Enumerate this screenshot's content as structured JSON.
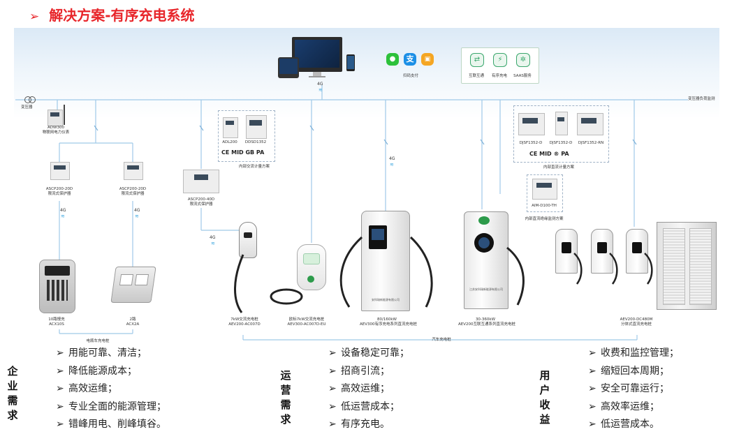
{
  "title": "解决方案-有序充电系统",
  "top": {
    "network_4g": "4G",
    "pay_label": "扫码支付",
    "services": [
      "互联互通",
      "有序充电",
      "SAAS服务"
    ]
  },
  "bus": {
    "left_label": "变压器",
    "right_label": "变压器负荷监测"
  },
  "devices": {
    "adw300": [
      "ADW300",
      "物联网电力仪表"
    ],
    "ascp1": [
      "ASCP200-20D",
      "限流式保护器"
    ],
    "ascp2": [
      "ASCP200-20D",
      "限流式保护器"
    ],
    "ascp3": [
      "ASCP200-40D",
      "限流式保护器"
    ],
    "ac_meter_models": [
      "ADL200",
      "DDSD1352"
    ],
    "ac_meter_caption": "内部交流计量方案",
    "dc_meter_models": [
      "DJSF1352-D",
      "DJSF1352-D",
      "DJSF1352-RN"
    ],
    "dc_meter_caption": "内部直流计量方案",
    "aim": "AIM-D100-TH",
    "aim_caption": "内部直流绝缘监测方案",
    "certs_ac": "CE MID GB PA",
    "certs_dc": "CE MID ® PA",
    "wifi_4g": "4G"
  },
  "chargers": {
    "c1": [
      "10路慢充",
      "ACX10S"
    ],
    "c2": [
      "2路",
      "ACX2A"
    ],
    "c3": [
      "7kW交流充电桩",
      "AEV200-AC007D"
    ],
    "c4": [
      "欧标7kW交流充电桩",
      "AEV300-AC007D-EU"
    ],
    "c5": [
      "80/160kW",
      "AEV300有序充电系列直流充电桩"
    ],
    "c6": [
      "30-360kW",
      "AEV200互联互通系列直流充电桩"
    ],
    "c7": [
      "AEV200-DC480M",
      "分体式直流充电桩"
    ],
    "ebike_bracket": "电瓶车充电桩",
    "car_bracket": "汽车充电桩",
    "c5_brand": "安科瑞新能源有限公司",
    "c6_brand": "江苏安科瑞新能源有限公司"
  },
  "requirements": {
    "enterprise": {
      "label": "企业需求",
      "items": [
        "用能可靠、清洁；",
        "降低能源成本；",
        "高效运维；",
        "专业全面的能源管理；",
        "错峰用电、削峰填谷。"
      ]
    },
    "operation": {
      "label": "运营需求",
      "items": [
        "设备稳定可靠；",
        "招商引流；",
        "高效运维；",
        "低运营成本；",
        "有序充电。"
      ]
    },
    "user": {
      "label": "用户收益",
      "items": [
        "收费和监控管理；",
        "缩短回本周期；",
        "安全可靠运行；",
        "高效率运维；",
        "低运营成本。"
      ]
    },
    "bullet": "➢"
  },
  "colors": {
    "title_red": "#e8262b",
    "line_blue": "#9fc9e8",
    "wechat_green": "#2dc13b",
    "alipay_blue": "#1c8fe6",
    "pay_orange": "#f5a623",
    "svc_green": "#3aa76d",
    "brand_green": "#2d9b4b"
  }
}
